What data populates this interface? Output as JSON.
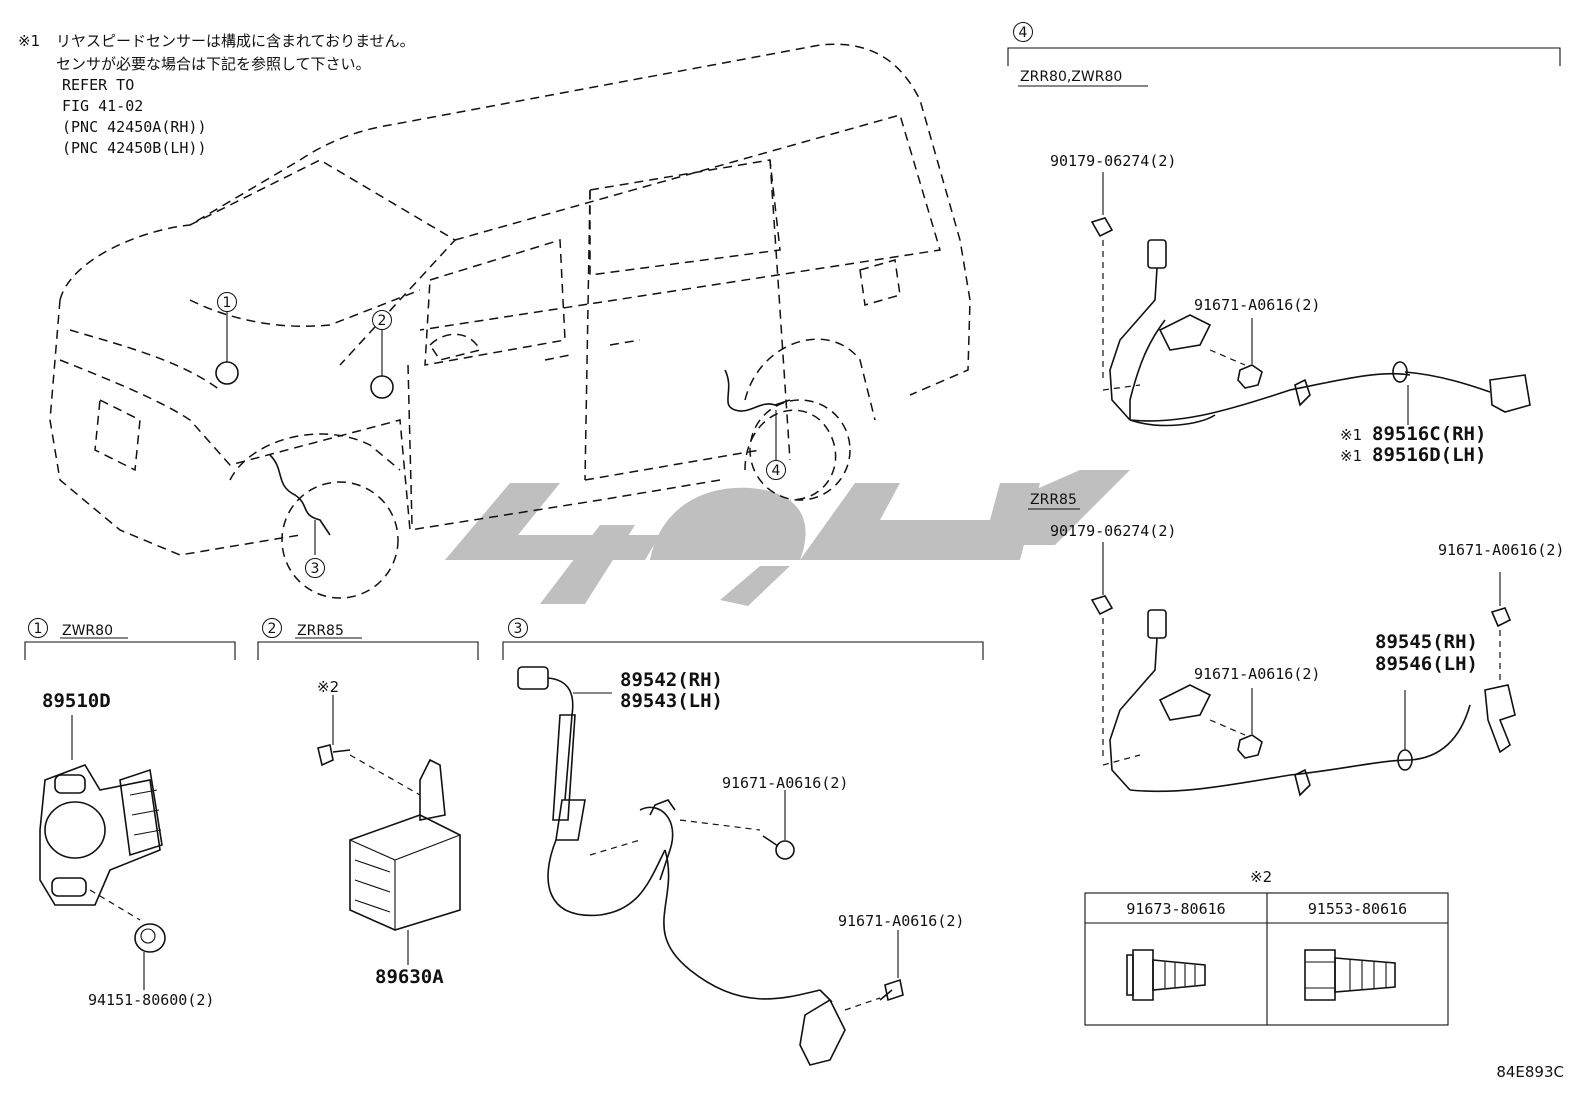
{
  "note": {
    "mark": "※1",
    "line1": "リヤスピードセンサーは構成に含まれておりません。",
    "line2": "センサが必要な場合は下記を参照して下さい。",
    "line3": "REFER TO",
    "line4": "FIG 41-02",
    "line5": "(PNC 42450A(RH))",
    "line6": "(PNC 42450B(LH))"
  },
  "car_callouts": [
    "1",
    "2",
    "3",
    "4"
  ],
  "sections": {
    "s1": {
      "num": "1",
      "code": "ZWR80"
    },
    "s2": {
      "num": "2",
      "code": "ZRR85"
    },
    "s3": {
      "num": "3"
    },
    "s4": {
      "num": "4",
      "code": "ZRR80,ZWR80"
    },
    "s4b": {
      "code": "ZRR85"
    }
  },
  "parts": {
    "p89510D": "89510D",
    "p94151": "94151-80600(2)",
    "mark2": "※2",
    "p89630A": "89630A",
    "p89542": "89542(RH)",
    "p89543": "89543(LH)",
    "p91671_a": "91671-A0616(2)",
    "p91671_b": "91671-A0616(2)",
    "p90179_a": "90179-06274(2)",
    "p91671_c": "91671-A0616(2)",
    "p89516C": "89516C(RH)",
    "p89516D": "89516D(LH)",
    "mark1a": "※1",
    "mark1b": "※1",
    "p90179_b": "90179-06274(2)",
    "p91671_d": "91671-A0616(2)",
    "p91671_e": "91671-A0616(2)",
    "p89545": "89545(RH)",
    "p89546": "89546(LH)"
  },
  "table": {
    "mark": "※2",
    "col1": "91673-80616",
    "col2": "91553-80616"
  },
  "figure_id": "84E893C"
}
